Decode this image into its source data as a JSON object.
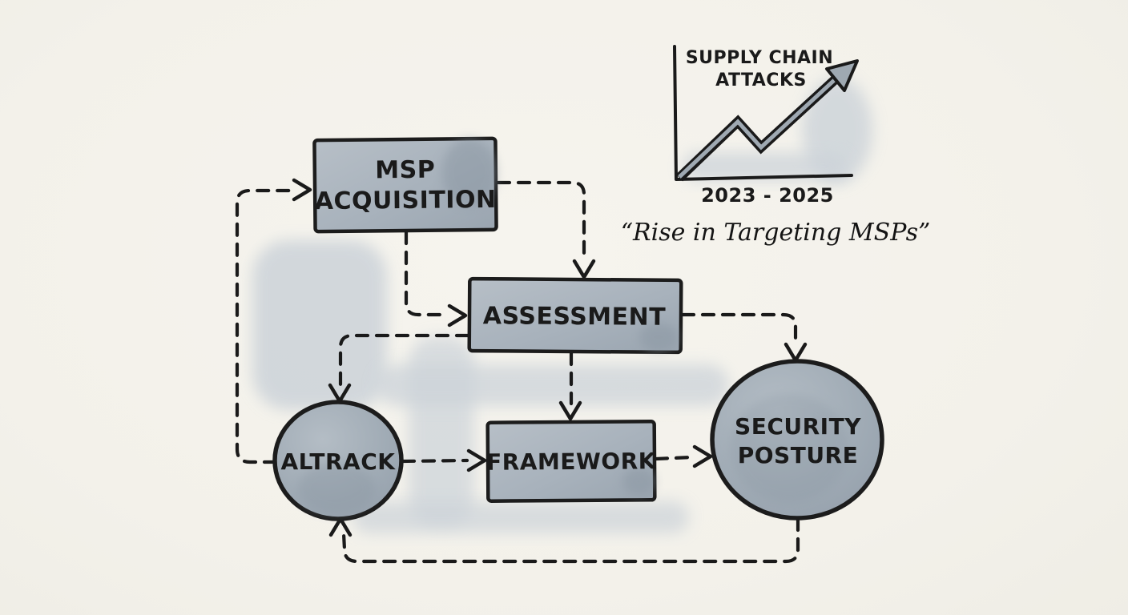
{
  "palette": {
    "paper": "#f3f1ea",
    "ink": "#1a1a1a",
    "node_fill": "#a4aeb8",
    "watercolor_wash": "#ccd3d9"
  },
  "diagram": {
    "nodes": [
      {
        "id": "msp-acquisition",
        "shape": "rect",
        "label": "MSP ACQUISITION",
        "lines": [
          "MSP",
          "ACQUISITION"
        ]
      },
      {
        "id": "assessment",
        "shape": "rect",
        "label": "ASSESSMENT",
        "lines": [
          "ASSESSMENT"
        ]
      },
      {
        "id": "altrack",
        "shape": "circle",
        "label": "ALTRACK",
        "lines": [
          "ALTRACK"
        ]
      },
      {
        "id": "framework",
        "shape": "rect",
        "label": "FRAMEWORK",
        "lines": [
          "FRAMEWORK"
        ]
      },
      {
        "id": "security-posture",
        "shape": "circle",
        "label": "SECURITY POSTURE",
        "lines": [
          "SECURITY",
          "POSTURE"
        ]
      }
    ],
    "edges": [
      {
        "id": "altrack-to-msp-acquisition",
        "from": "altrack",
        "to": "msp-acquisition",
        "style": "dashed"
      },
      {
        "id": "msp-acquisition-to-assessment-top",
        "from": "msp-acquisition",
        "to": "assessment",
        "style": "dashed"
      },
      {
        "id": "msp-acquisition-to-assessment-left",
        "from": "msp-acquisition",
        "to": "assessment",
        "style": "dashed"
      },
      {
        "id": "assessment-to-altrack",
        "from": "assessment",
        "to": "altrack",
        "style": "dashed"
      },
      {
        "id": "assessment-to-framework",
        "from": "assessment",
        "to": "framework",
        "style": "dashed"
      },
      {
        "id": "assessment-to-security-posture",
        "from": "assessment",
        "to": "security-posture",
        "style": "dashed"
      },
      {
        "id": "altrack-to-framework",
        "from": "altrack",
        "to": "framework",
        "style": "dashed"
      },
      {
        "id": "framework-to-security-posture",
        "from": "framework",
        "to": "security-posture",
        "style": "dashed"
      },
      {
        "id": "security-posture-to-altrack",
        "from": "security-posture",
        "to": "altrack",
        "style": "dashed"
      }
    ]
  },
  "chart": {
    "type": "line",
    "title_lines": [
      "SUPPLY CHAIN",
      "ATTACKS"
    ],
    "x_label": "2023 - 2025",
    "trend": "rising zigzag arrow"
  },
  "caption": {
    "text": "“Rise in Targeting MSPs”"
  }
}
